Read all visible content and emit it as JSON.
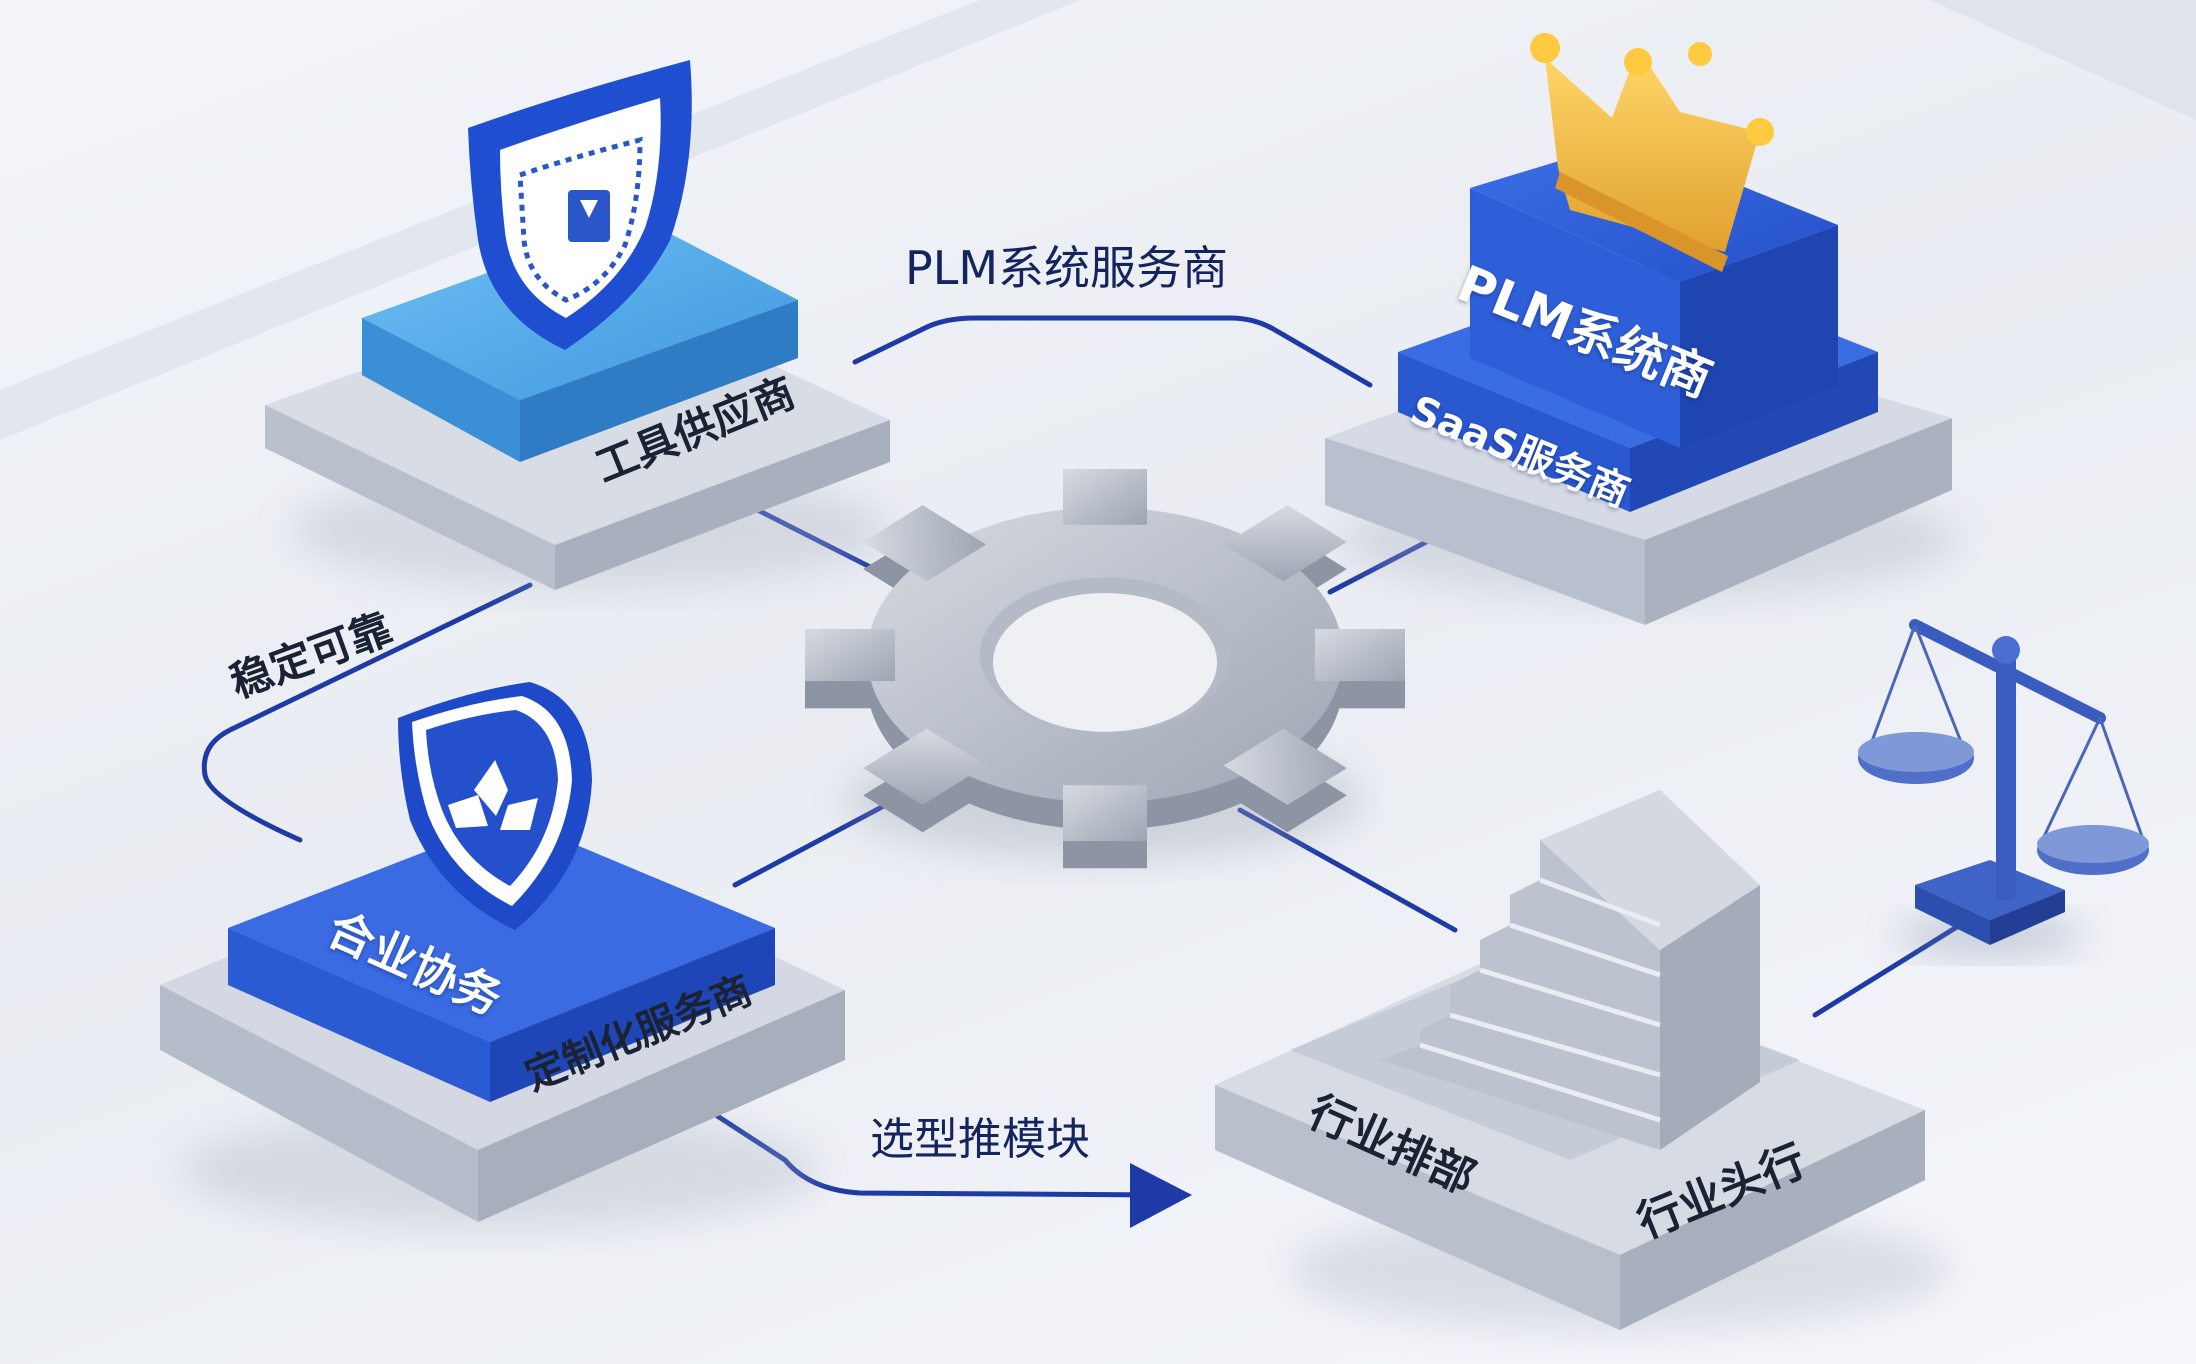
{
  "labels": {
    "plm_service": "PLM系统服务商",
    "plm_vendor": "PLM系统商",
    "saas": "SaaS服务商",
    "tool_supplier": "工具供应商",
    "stable": "稳定可靠",
    "cooperation": "合业协务",
    "custom_service": "定制化服务商",
    "selection_module": "选型推模块",
    "industry_rank": "行业排部",
    "industry_leader": "行业头行"
  },
  "colors": {
    "accent_blue": "#2e5bd8",
    "light_blue": "#59aeea",
    "line_navy": "#1d3aa6",
    "gray_block": "#c9ced8",
    "gold": "#f2bf45"
  },
  "icons": [
    "shield-certificate-icon",
    "crown-icon",
    "gear-icon",
    "shield-leaf-icon",
    "stairs-icon",
    "balance-scale-icon",
    "arrow-right-icon"
  ]
}
